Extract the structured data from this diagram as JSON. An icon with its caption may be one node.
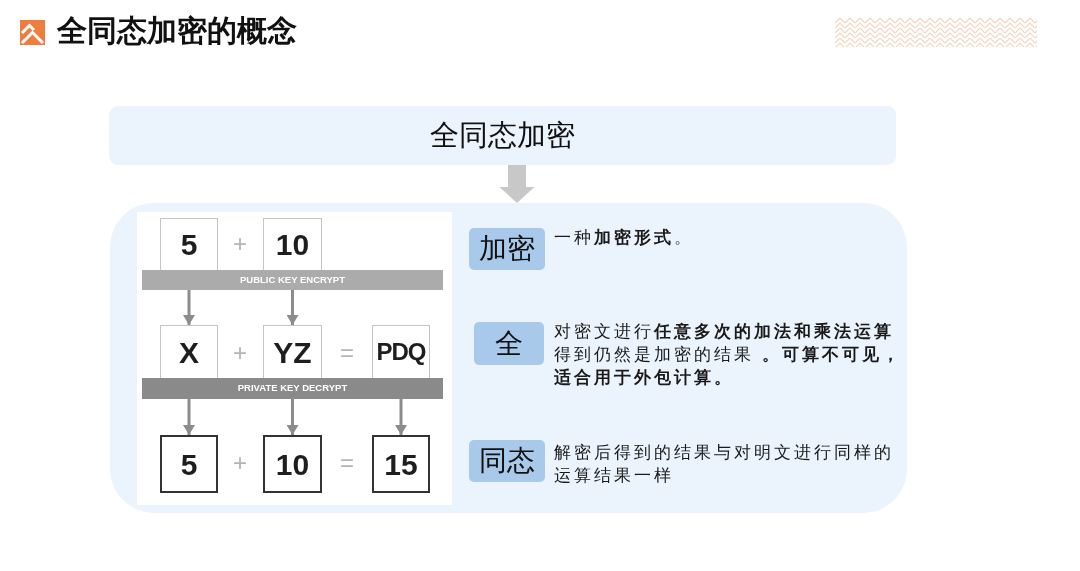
{
  "diagram": {
    "title": "全同态加密的概念",
    "nodes": [
      {
        "text": [
          "全同态加密"
        ]
      },
      {
        "text": [],
        "shape": "box"
      },
      {
        "text": [
          "5"
        ],
        "in": 1
      },
      {
        "text": [
          "10"
        ],
        "in": 1
      },
      {
        "text": [
          "PUBLIC KEY ENCRYPT"
        ],
        "in": 1
      },
      {
        "text": [
          "X"
        ],
        "in": 1
      },
      {
        "text": [
          "YZ"
        ],
        "in": 1
      },
      {
        "text": [
          "PDQ"
        ],
        "in": 1
      },
      {
        "text": [
          "PRIVATE KEY DECRYPT"
        ],
        "in": 1
      },
      {
        "text": [
          "5"
        ],
        "in": 1
      },
      {
        "text": [
          "10"
        ],
        "in": 1
      },
      {
        "text": [
          "15"
        ],
        "in": 1
      },
      {
        "text": [
          "加密"
        ],
        "in": 1,
        "beside": [
          "一种**加密形式**。"
        ]
      },
      {
        "text": [
          "全"
        ],
        "in": 1,
        "beside": [
          "对密文进行**任意多次的加法和乘法运算**得到仍然是加密的结果 **。可算不可见，适合用于外包计算。**"
        ]
      },
      {
        "text": [
          "同态"
        ],
        "in": 1,
        "beside": [
          "解密后得到的结果与对明文进行同样的运算结果一样"
        ]
      }
    ],
    "edges": [
      {
        "from": 0,
        "to": 1,
        "arrow": "to",
        "style": "thick",
        "color": "#c8c8c8"
      },
      {
        "from": 4,
        "to": 5,
        "arrow": "to"
      },
      {
        "from": 4,
        "to": 6,
        "arrow": "to"
      },
      {
        "from": 8,
        "to": 9,
        "arrow": "to"
      },
      {
        "from": 8,
        "to": 10,
        "arrow": "to"
      },
      {
        "from": 8,
        "to": 11,
        "arrow": "to"
      }
    ],
    "labels": [
      "+",
      "+",
      "=",
      "+",
      "="
    ]
  }
}
